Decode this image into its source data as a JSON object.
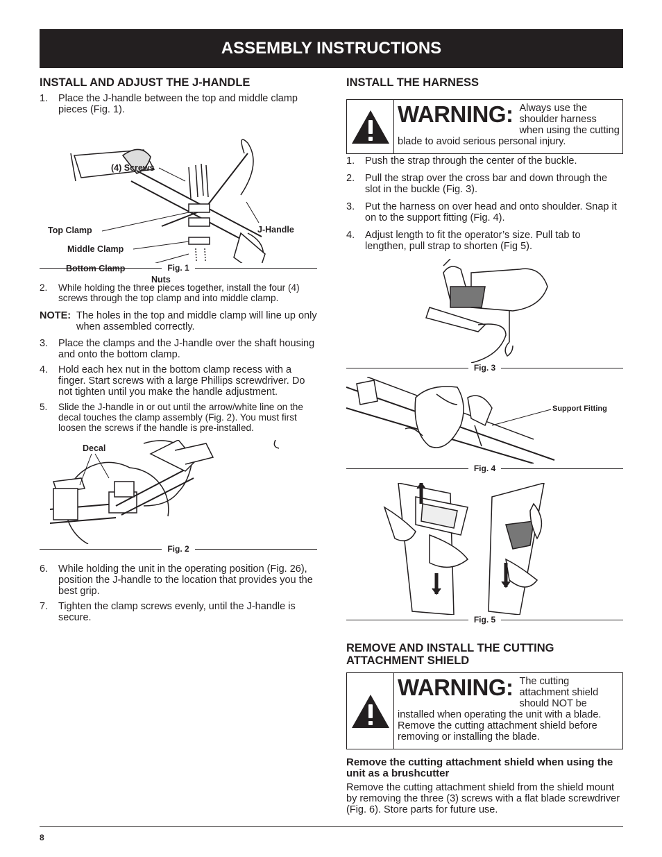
{
  "header": {
    "title": "ASSEMBLY INSTRUCTIONS"
  },
  "left": {
    "heading": "INSTALL AND ADJUST THE J-HANDLE",
    "steps_a": [
      {
        "num": "1.",
        "text": "Place the J-handle between the top and middle clamp pieces (Fig. 1)."
      }
    ],
    "fig1": {
      "caption": "Fig. 1",
      "labels": {
        "screws": "(4) Screws",
        "top_clamp": "Top Clamp",
        "middle_clamp": "Middle Clamp",
        "bottom_clamp": "Bottom Clamp",
        "nuts": "Nuts",
        "j_handle": "J-Handle"
      }
    },
    "steps_b": [
      {
        "num": "2.",
        "text": "While holding the three pieces together, install the four (4) screws through the top clamp and into middle clamp."
      }
    ],
    "note": {
      "label": "NOTE:",
      "text": "The holes in the top and middle clamp will line up only when assembled correctly."
    },
    "steps_c": [
      {
        "num": "3.",
        "text": "Place the clamps and the J-handle over the shaft housing and onto the bottom clamp."
      },
      {
        "num": "4.",
        "text": "Hold each hex nut in the bottom clamp recess with a finger. Start screws with a large Phillips screwdriver. Do not tighten until you make the handle adjustment."
      },
      {
        "num": "5.",
        "text": "Slide the J-handle in or out until the arrow/white line on the decal touches the clamp assembly (Fig. 2). You must first loosen the screws if the handle is pre-installed."
      }
    ],
    "fig2": {
      "caption": "Fig. 2",
      "labels": {
        "decal": "Decal"
      }
    },
    "steps_d": [
      {
        "num": "6.",
        "text": "While holding the unit in the operating position (Fig. 26), position the J-handle to the location that provides you the best grip."
      },
      {
        "num": "7.",
        "text": "Tighten the clamp screws evenly, until the J-handle is secure."
      }
    ]
  },
  "right": {
    "heading": "INSTALL THE HARNESS",
    "warning1": {
      "word": "WARNING:",
      "text": "Always use the shoulder harness when using the cutting blade to avoid serious personal injury."
    },
    "steps": [
      {
        "num": "1.",
        "text": "Push the strap through the center of the buckle."
      },
      {
        "num": "2.",
        "text": "Pull the strap over the cross bar and down through the slot in the buckle (Fig. 3)."
      },
      {
        "num": "3.",
        "text": "Put the harness on over head and onto shoulder. Snap it on to the support fitting (Fig. 4)."
      },
      {
        "num": "4.",
        "text": "Adjust length to fit the operator’s size. Pull tab to lengthen, pull strap to shorten (Fig 5)."
      }
    ],
    "fig3": {
      "caption": "Fig. 3"
    },
    "fig4": {
      "caption": "Fig. 4",
      "labels": {
        "support": "Support Fitting"
      }
    },
    "fig5": {
      "caption": "Fig. 5"
    },
    "heading2": "REMOVE AND INSTALL THE CUTTING ATTACHMENT SHIELD",
    "warning2": {
      "word": "WARNING:",
      "text": "The cutting attachment shield should NOT be installed when operating the unit with a blade. Remove the cutting attachment shield before removing or installing the blade."
    },
    "subheading": "Remove the cutting attachment shield when using the unit as a brushcutter",
    "para": "Remove the cutting attachment shield from the shield mount by removing the three (3) screws with a flat blade screwdriver (Fig. 6). Store parts for future use."
  },
  "footer": {
    "page": "8"
  }
}
